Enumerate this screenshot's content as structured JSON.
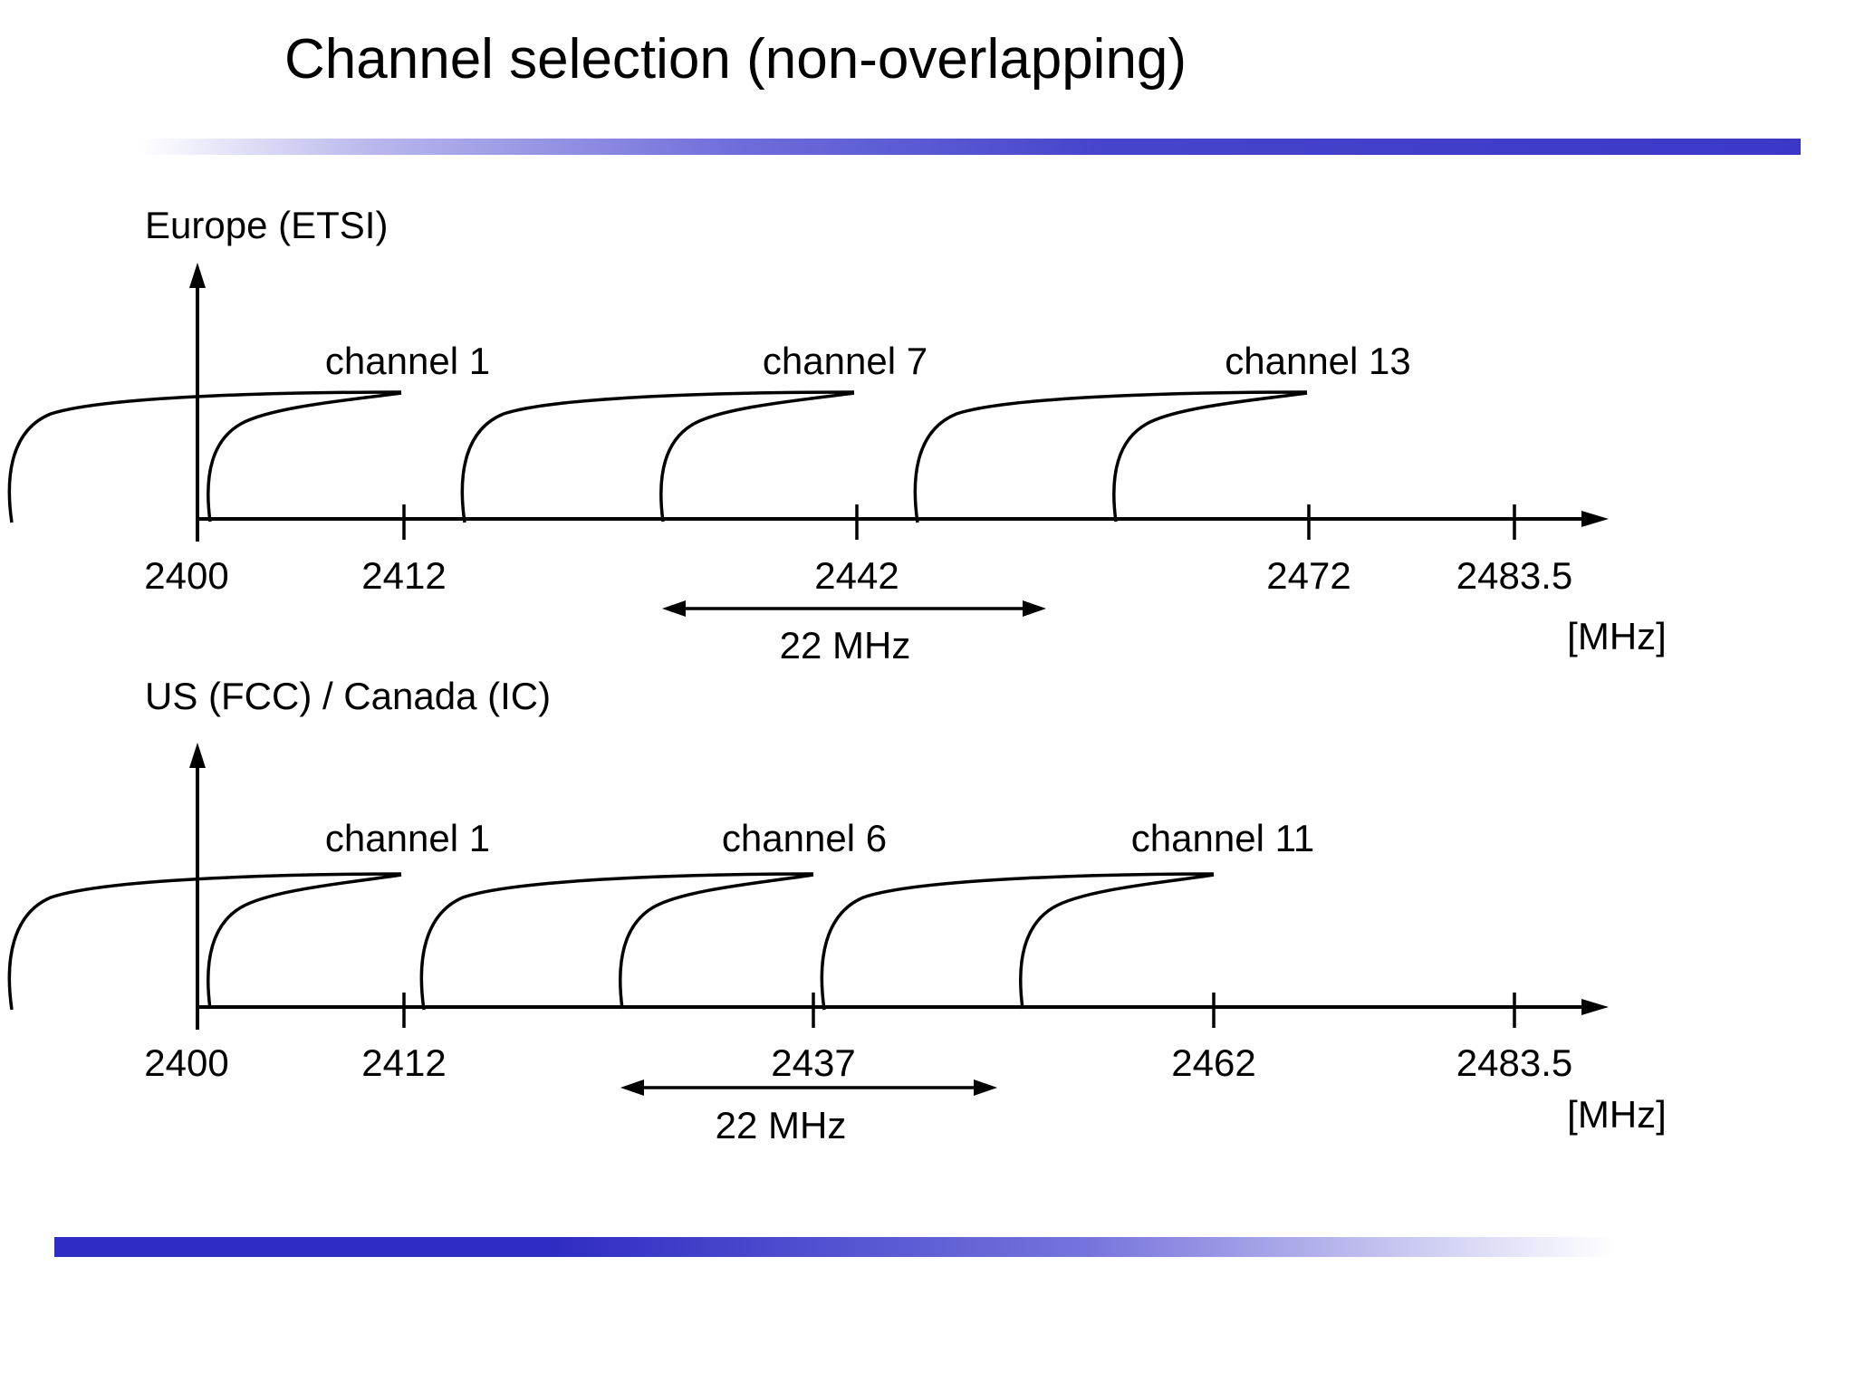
{
  "slide": {
    "title": "Channel selection (non-overlapping)"
  },
  "colors": {
    "accent_blue": "#3b38c8",
    "text": "#000000",
    "background": "#ffffff"
  },
  "diagrams": [
    {
      "region": "Europe (ETSI)",
      "channels": [
        {
          "label": "channel 1"
        },
        {
          "label": "channel 7"
        },
        {
          "label": "channel 13"
        }
      ],
      "ticks": [
        "2400",
        "2412",
        "2442",
        "2472",
        "2483.5"
      ],
      "bandwidth": "22 MHz",
      "unit": "[MHz]"
    },
    {
      "region": "US (FCC) / Canada (IC)",
      "channels": [
        {
          "label": "channel 1"
        },
        {
          "label": "channel 6"
        },
        {
          "label": "channel 11"
        }
      ],
      "ticks": [
        "2400",
        "2412",
        "2437",
        "2462",
        "2483.5"
      ],
      "bandwidth": "22 MHz",
      "unit": "[MHz]"
    }
  ]
}
